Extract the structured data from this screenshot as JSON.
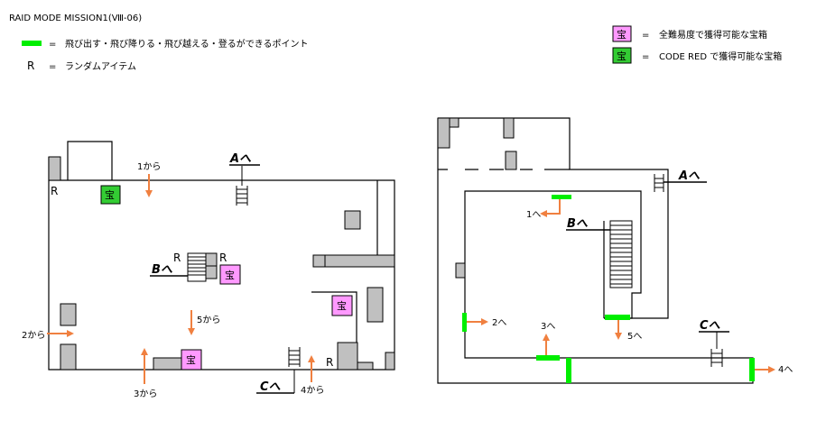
{
  "title": "RAID MODE  MISSION1(Ⅷ-06)",
  "legend": {
    "green_bar_eq": "=",
    "green_bar_text": "飛び出す・飛び降りる・飛び越える・登るができるポイント",
    "r_symbol": "R",
    "r_eq": "=",
    "r_text": "ランダムアイテム",
    "pink_symbol": "宝",
    "pink_eq": "=",
    "pink_text": "全難易度で獲得可能な宝箱",
    "green_symbol": "宝",
    "green_eq": "=",
    "green_text": "CODE RED で獲得可能な宝箱"
  },
  "colors": {
    "wall": "#000000",
    "block": "#c0c0c0",
    "pink_box": "#ff99ff",
    "green_box": "#33cc33",
    "green_bar": "#00ee00",
    "arrow": "#f08040"
  },
  "left_map": {
    "from1": "1から",
    "from2": "2から",
    "from3": "3から",
    "from4": "4から",
    "from5": "5から",
    "to_a": "Aへ",
    "to_b": "Bへ",
    "to_c": "Cへ",
    "r_top_left": "R",
    "r_center_left": "R",
    "r_center_right": "R",
    "r_bottom_right": "R",
    "chest_green": "宝",
    "chest_pink_center": "宝",
    "chest_pink_right": "宝",
    "chest_pink_bottom": "宝"
  },
  "right_map": {
    "to1": "1へ",
    "to2": "2へ",
    "to3": "3へ",
    "to4": "4へ",
    "to5": "5へ",
    "to_a": "Aへ",
    "to_b": "Bへ",
    "to_c": "Cへ"
  }
}
